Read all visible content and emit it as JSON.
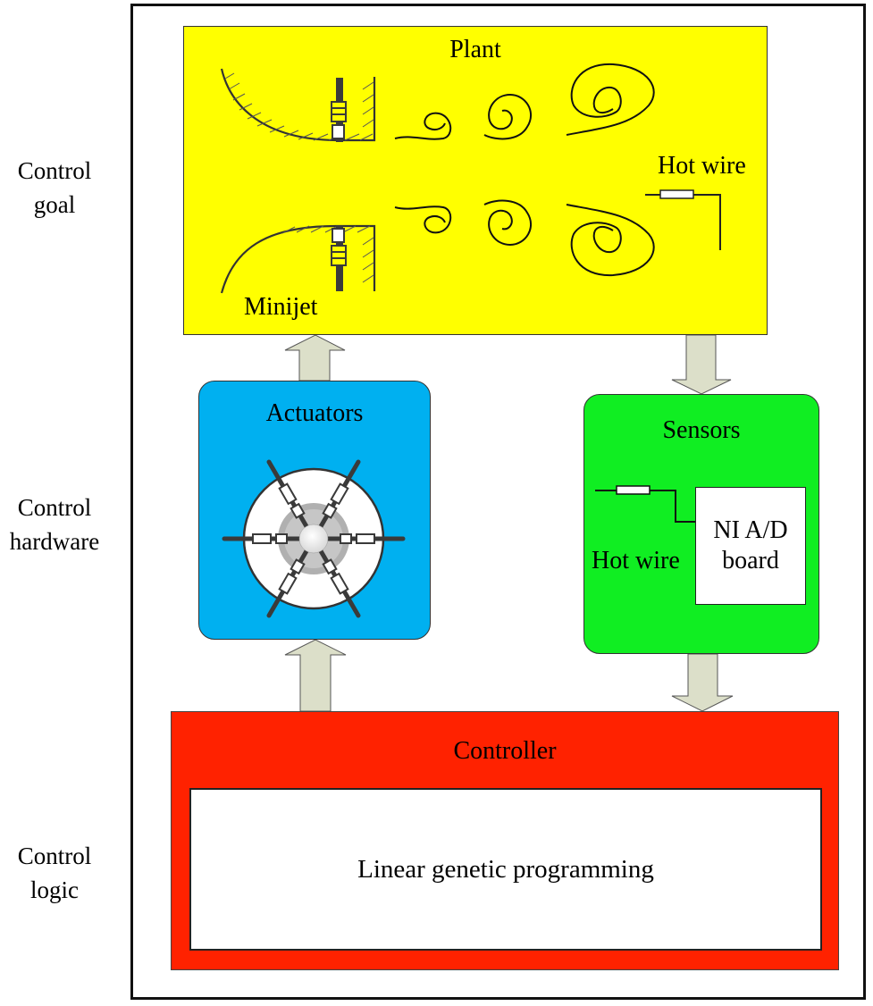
{
  "side_labels": {
    "goal": [
      "Control",
      "goal"
    ],
    "hardware": [
      "Control",
      "hardware"
    ],
    "logic": [
      "Control",
      "logic"
    ]
  },
  "plant": {
    "title": "Plant",
    "minijet_label": "Minijet",
    "hot_wire_label": "Hot wire",
    "color": "#ffff00"
  },
  "actuators": {
    "title": "Actuators",
    "color": "#00b0f0"
  },
  "sensors": {
    "title": "Sensors",
    "hot_wire_label": "Hot wire",
    "board_line1": "NI A/D",
    "board_line2": "board",
    "color": "#10ee22"
  },
  "controller": {
    "title": "Controller",
    "inner_label": "Linear genetic programming",
    "color": "#ff2200"
  },
  "arrows": {
    "fill_color": "#dcdfc9",
    "links": [
      {
        "from": "Actuators",
        "to": "Plant",
        "direction": "up"
      },
      {
        "from": "Plant",
        "to": "Sensors",
        "direction": "down"
      },
      {
        "from": "Controller",
        "to": "Actuators",
        "direction": "up"
      },
      {
        "from": "Sensors",
        "to": "Controller",
        "direction": "down"
      }
    ]
  }
}
